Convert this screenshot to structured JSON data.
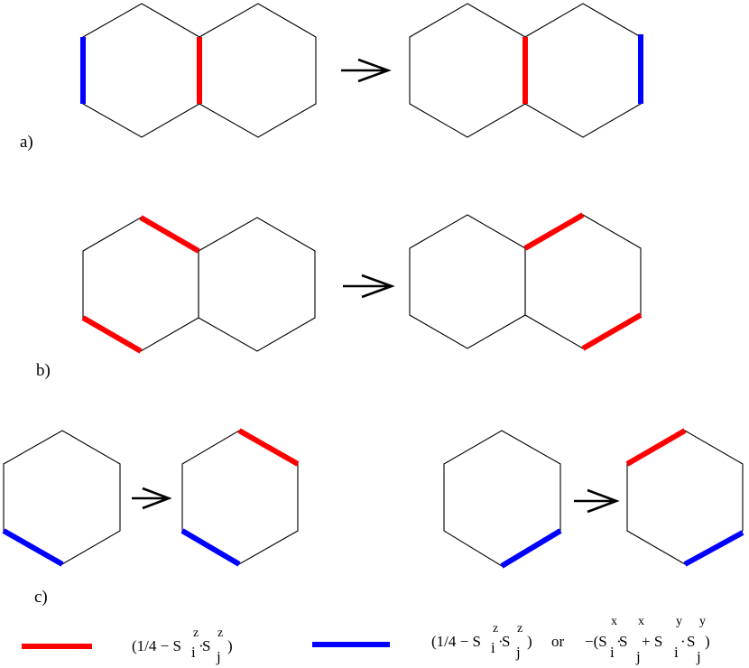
{
  "panels": {
    "a": {
      "label": "a)"
    },
    "b": {
      "label": "b)"
    },
    "c": {
      "label": "c)"
    }
  },
  "colors": {
    "red": "#ff0000",
    "blue": "#0000ff",
    "line": "#000000"
  },
  "legend": {
    "red": {
      "open": "(1/4 − S",
      "i": "i",
      "dot": "·",
      "s2": " S",
      "j": "j",
      "close": ")",
      "z1": "z",
      "z2": "z"
    },
    "blue": {
      "open": "(1/4 − S",
      "i": "i",
      "dot": "·",
      "s2": " S",
      "j": "j",
      "close": ")",
      "z1": "z",
      "z2": "z",
      "or": "or",
      "alt_open": "−(S",
      "alt_i": "i",
      "alt_dot": "·",
      "alt_s2": " S",
      "alt_j": "j",
      "plus": " + S",
      "alt_i2": "i",
      "alt_dot2": "·",
      "alt_s4": "S",
      "alt_j2": "j",
      "alt_close": ")",
      "x1": "x",
      "x2": "x",
      "y1": "y",
      "y2": "y"
    }
  }
}
